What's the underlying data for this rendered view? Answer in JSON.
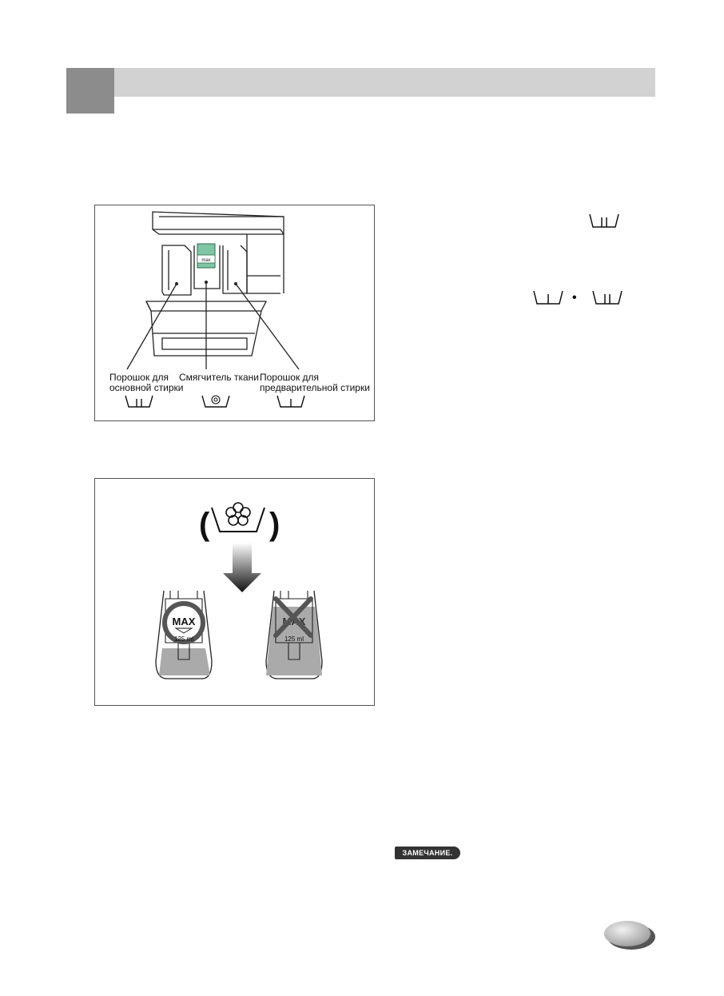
{
  "figure1": {
    "label_main_wash": [
      "Порошок для",
      "основной стирки"
    ],
    "label_softener": "Смягчитель ткани",
    "label_prewash": [
      "Порошок для",
      "предварительной стирки"
    ],
    "icon_main_wash": "main-wash-tray-icon",
    "icon_softener": "softener-flower-icon",
    "icon_prewash": "prewash-tray-icon",
    "max_mark": "max"
  },
  "figure2": {
    "max_text": "MAX",
    "volume_text": "125 ml"
  },
  "side": {
    "separator": "•"
  },
  "note": {
    "label": "ЗАМЕЧАНИЕ."
  }
}
